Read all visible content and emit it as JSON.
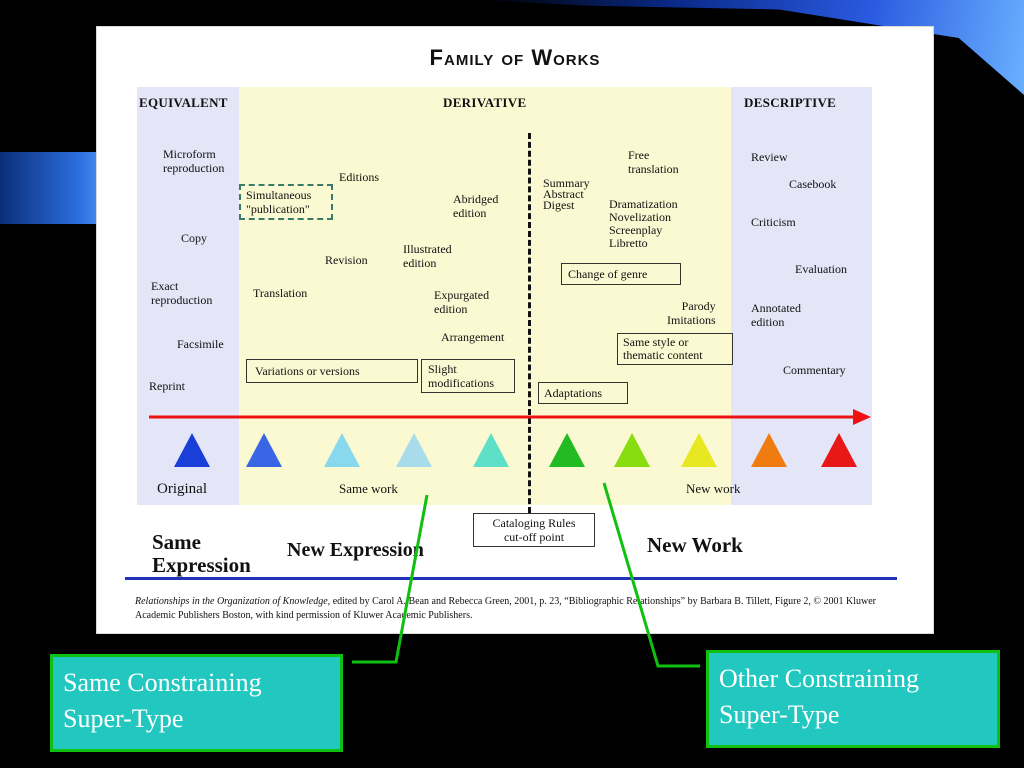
{
  "diagram": {
    "title": "Family of Works",
    "categories": {
      "equivalent": "EQUIVALENT",
      "derivative": "DERIVATIVE",
      "descriptive": "DESCRIPTIVE"
    },
    "equivalent_items": [
      "Microform\nreproduction",
      "Copy",
      "Exact\nreproduction",
      "Facsimile",
      "Reprint"
    ],
    "derivative_left_items": [
      "Editions",
      "Revision",
      "Translation",
      "Illustrated\nedition",
      "Abridged\nedition",
      "Expurgated\nedition",
      "Arrangement"
    ],
    "derivative_right_items": [
      "Summary\nAbstract\nDigest",
      "Free\ntranslation",
      "Dramatization\nNovelization\nScreenplay\nLibretto",
      "Parody\nImitations"
    ],
    "descriptive_items": [
      "Review",
      "Casebook",
      "Criticism",
      "Evaluation",
      "Annotated\nedition",
      "Commentary"
    ],
    "boxed_items": {
      "simultaneous": "Simultaneous\n\"publication\"",
      "variations": "Variations or versions",
      "slight": "Slight\nmodifications",
      "change_genre": "Change of genre",
      "same_style": "Same style or\nthematic content",
      "adaptations": "Adaptations"
    },
    "triangle_colors": [
      "#1a3fd8",
      "#3a66e6",
      "#88d8ee",
      "#a8dcea",
      "#5ee0c8",
      "#22bb22",
      "#88dd11",
      "#e8e822",
      "#f07b10",
      "#e81818"
    ],
    "arrow_color": "#ee1111",
    "labels": {
      "original": "Original",
      "same_work": "Same work",
      "new_work": "New work"
    },
    "cataloging_rules": "Cataloging Rules\ncut-off point",
    "expressions": {
      "same": "Same\nExpression",
      "new": "New Expression",
      "new_work": "New Work"
    },
    "citation": {
      "italic": "Relationships in the Organization of Knowledge,",
      "rest": " edited by Carol A. Bean and Rebecca Green, 2001, p. 23, “Bibliographic Relationships” by Barbara B. Tillett, Figure 2, © 2001 Kluwer Academic Publishers Boston, with kind permission of Kluwer Academic Publishers."
    }
  },
  "callouts": {
    "left": "Same Constraining\nSuper-Type",
    "right": "Other Constraining\nSuper-Type",
    "line_color": "#10c010"
  }
}
